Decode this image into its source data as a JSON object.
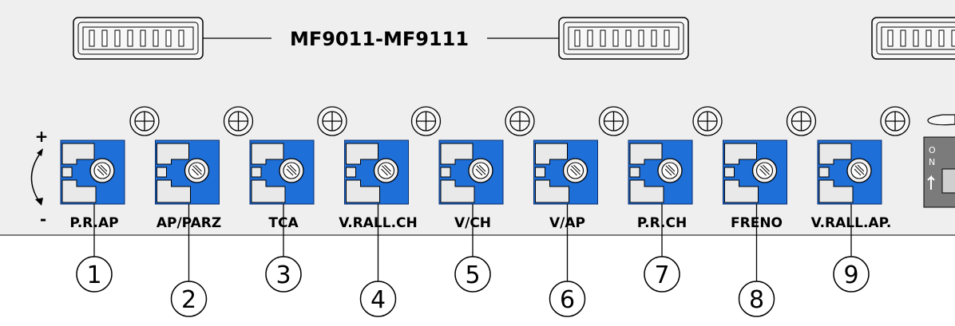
{
  "board": {
    "title": "MF9011-MF9111",
    "plus_sign": "+",
    "minus_sign": "-",
    "switch_label_o": "O",
    "switch_label_n": "N"
  },
  "trimmers": [
    {
      "label": "P.R.AP",
      "number": "1"
    },
    {
      "label": "AP/PARZ",
      "number": "2"
    },
    {
      "label": "TCA",
      "number": "3"
    },
    {
      "label": "V.RALL.CH",
      "number": "4"
    },
    {
      "label": "V/CH",
      "number": "5"
    },
    {
      "label": "V/AP",
      "number": "6"
    },
    {
      "label": "P.R.CH",
      "number": "7"
    },
    {
      "label": "FRENO",
      "number": "8"
    },
    {
      "label": "V.RALL.AP.",
      "number": "9"
    }
  ],
  "colors": {
    "panel": "#efefef",
    "trimmer_blue": "#1f6fd8",
    "line": "#000000"
  }
}
